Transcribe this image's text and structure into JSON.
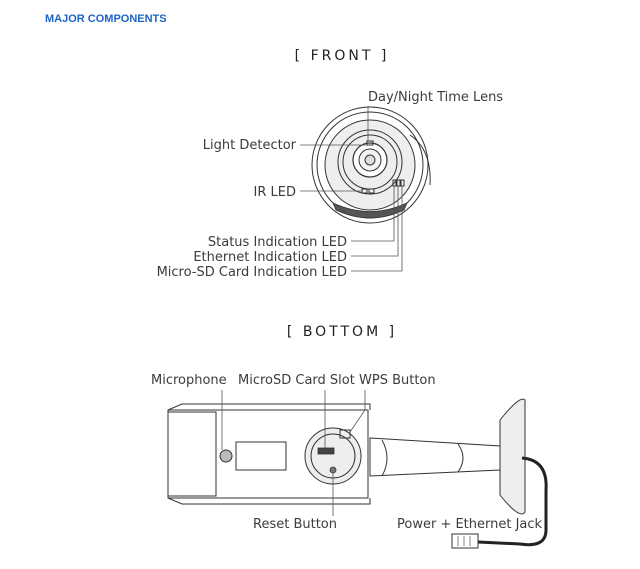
{
  "section_title": "MAJOR COMPONENTS",
  "front": {
    "heading": "[ FRONT ]",
    "labels": {
      "lens": "Day/Night Time Lens",
      "light_detector": "Light Detector",
      "ir_led": "IR LED",
      "status_led": "Status Indication LED",
      "ethernet_led": "Ethernet Indication LED",
      "microsd_led": "Micro-SD Card Indication LED"
    }
  },
  "bottom": {
    "heading": "[ BOTTOM ]",
    "labels": {
      "microphone": "Microphone",
      "microsd_slot": "MicroSD Card Slot",
      "wps_button": "WPS Button",
      "reset_button": "Reset Button",
      "power_jack": "Power + Ethernet Jack"
    }
  },
  "colors": {
    "section_title": "#1e63c8",
    "line": "#555555"
  }
}
